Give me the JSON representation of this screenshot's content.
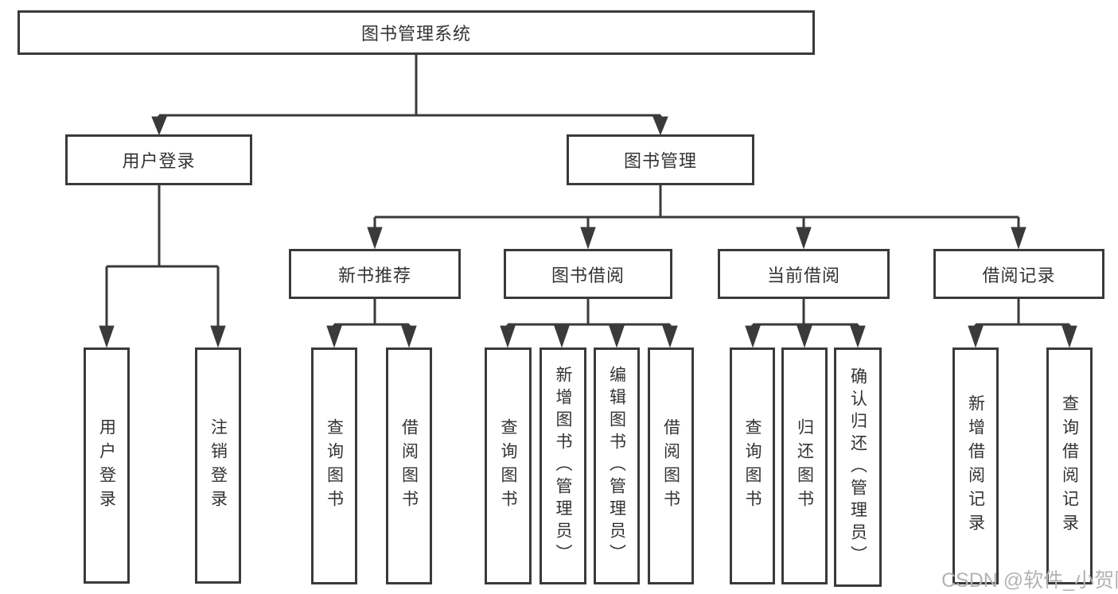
{
  "diagram": {
    "root": "图书管理系统",
    "level2": [
      "用户登录",
      "图书管理"
    ],
    "level3": [
      "新书推荐",
      "图书借阅",
      "当前借阅",
      "借阅记录"
    ],
    "leaves": {
      "user_login": [
        "用户登录",
        "注销登录"
      ],
      "new_book": [
        "查询图书",
        "借阅图书"
      ],
      "book_borrow": [
        "查询图书",
        "新增图书（管理员）",
        "编辑图书（管理员）",
        "借阅图书"
      ],
      "current_borrow": [
        "查询图书",
        "归还图书",
        "确认归还（管理员）"
      ],
      "borrow_records": [
        "新增借阅记录",
        "查询借阅记录"
      ]
    }
  },
  "watermark": "CSDN @软件_小贺同学",
  "colors": {
    "line": "#3a3a3a",
    "text": "#333333",
    "background": "#ffffff",
    "watermark": "#b5b2b2"
  }
}
